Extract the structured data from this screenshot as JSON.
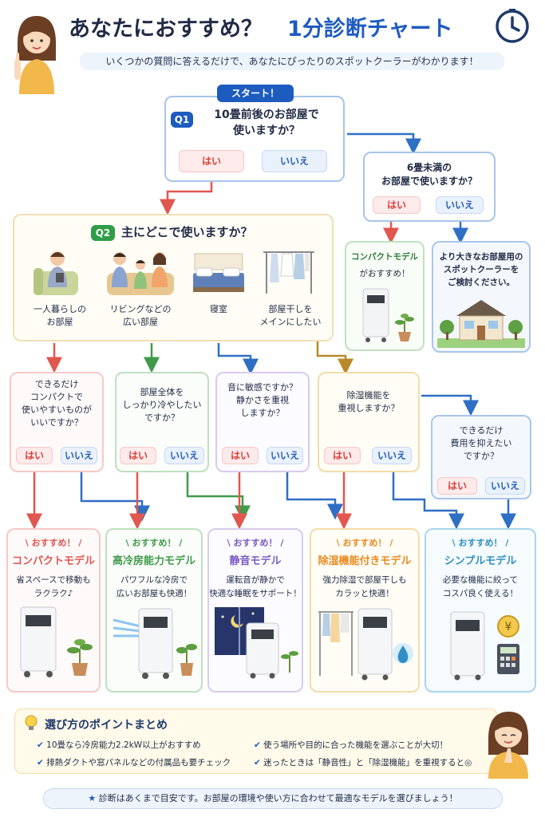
{
  "header": {
    "title_main": "あなたにおすすめ？",
    "title_accent": "1分診断チャート",
    "subtitle": "いくつかの質問に答えるだけで、あなたにぴったりのスポットクーラーがわかります！"
  },
  "start": {
    "badge": "スタート！",
    "q1_badge": "Q1",
    "q1_line1": "10畳前後のお部屋で",
    "q1_line2": "使いますか？",
    "yes": "はい",
    "no": "いいえ"
  },
  "small_room": {
    "line1": "6畳未満の",
    "line2": "お部屋で使いますか？",
    "yes": "はい",
    "no": "いいえ",
    "compact_title": "コンパクトモデル",
    "compact_sub": "がおすすめ！",
    "bigger_line1": "より大きなお部屋用の",
    "bigger_line2": "スポットクーラーを",
    "bigger_line3": "ご検討ください。"
  },
  "q2": {
    "badge": "Q2",
    "question": "主にどこで使いますか？",
    "options": [
      {
        "line1": "一人暮らしの",
        "line2": "お部屋"
      },
      {
        "line1": "リビングなどの",
        "line2": "広い部屋"
      },
      {
        "line1": "寝室",
        "line2": ""
      },
      {
        "line1": "部屋干しを",
        "line2": "メインにしたい"
      }
    ]
  },
  "sub_questions": [
    {
      "lines": [
        "できるだけ",
        "コンパクトで",
        "使いやすいものが",
        "いいですか？"
      ],
      "yes": "はい",
      "no": "いいえ"
    },
    {
      "lines": [
        "部屋全体を",
        "しっかり冷やしたい",
        "ですか？"
      ],
      "yes": "はい",
      "no": "いいえ"
    },
    {
      "lines": [
        "音に敏感ですか？",
        "静かさを重視",
        "しますか？"
      ],
      "yes": "はい",
      "no": "いいえ"
    },
    {
      "lines": [
        "除湿機能を",
        "重視しますか？"
      ],
      "yes": "はい",
      "no": "いいえ"
    },
    {
      "lines": [
        "できるだけ",
        "費用を抑えたい",
        "ですか？"
      ],
      "yes": "はい",
      "no": "いいえ"
    }
  ],
  "results": [
    {
      "tag": "\\ おすすめ！ /",
      "name": "コンパクトモデル",
      "desc1": "省スペースで移動も",
      "desc2": "ラクラク♪",
      "color": "#e0574f"
    },
    {
      "tag": "\\ おすすめ！ /",
      "name": "高冷房能力モデル",
      "desc1": "パワフルな冷房で",
      "desc2": "広いお部屋も快適！",
      "color": "#3f9a4a"
    },
    {
      "tag": "\\ おすすめ！ /",
      "name": "静音モデル",
      "desc1": "運転音が静かで",
      "desc2": "快適な睡眠をサポート！",
      "color": "#7a5cc2"
    },
    {
      "tag": "\\ おすすめ！ /",
      "name": "除湿機能付きモデル",
      "desc1": "強力除湿で部屋干しも",
      "desc2": "カラッと快適！",
      "color": "#e88a1f"
    },
    {
      "tag": "\\ おすすめ！ /",
      "name": "シンプルモデル",
      "desc1": "必要な機能に絞って",
      "desc2": "コスパ良く使える！",
      "color": "#2f8fc4"
    }
  ],
  "summary": {
    "title": "選び方のポイントまとめ",
    "points": [
      "10畳なら冷房能力2.2kW以上がおすすめ",
      "使う場所や目的に合った機能を選ぶことが大切！",
      "排熱ダクトや窓パネルなどの付属品も要チェック",
      "迷ったときは「静音性」と「除湿機能」を重視すると◎"
    ]
  },
  "footer": "診断はあくまで目安です。お部屋の環境や使い方に合わせて最適なモデルを選びましょう！",
  "icons": {
    "clock": "clock-icon",
    "bulb": "lightbulb-icon",
    "check": "check-icon",
    "star": "star-icon",
    "yen": "yen-coin-icon",
    "water": "water-drop-icon"
  }
}
